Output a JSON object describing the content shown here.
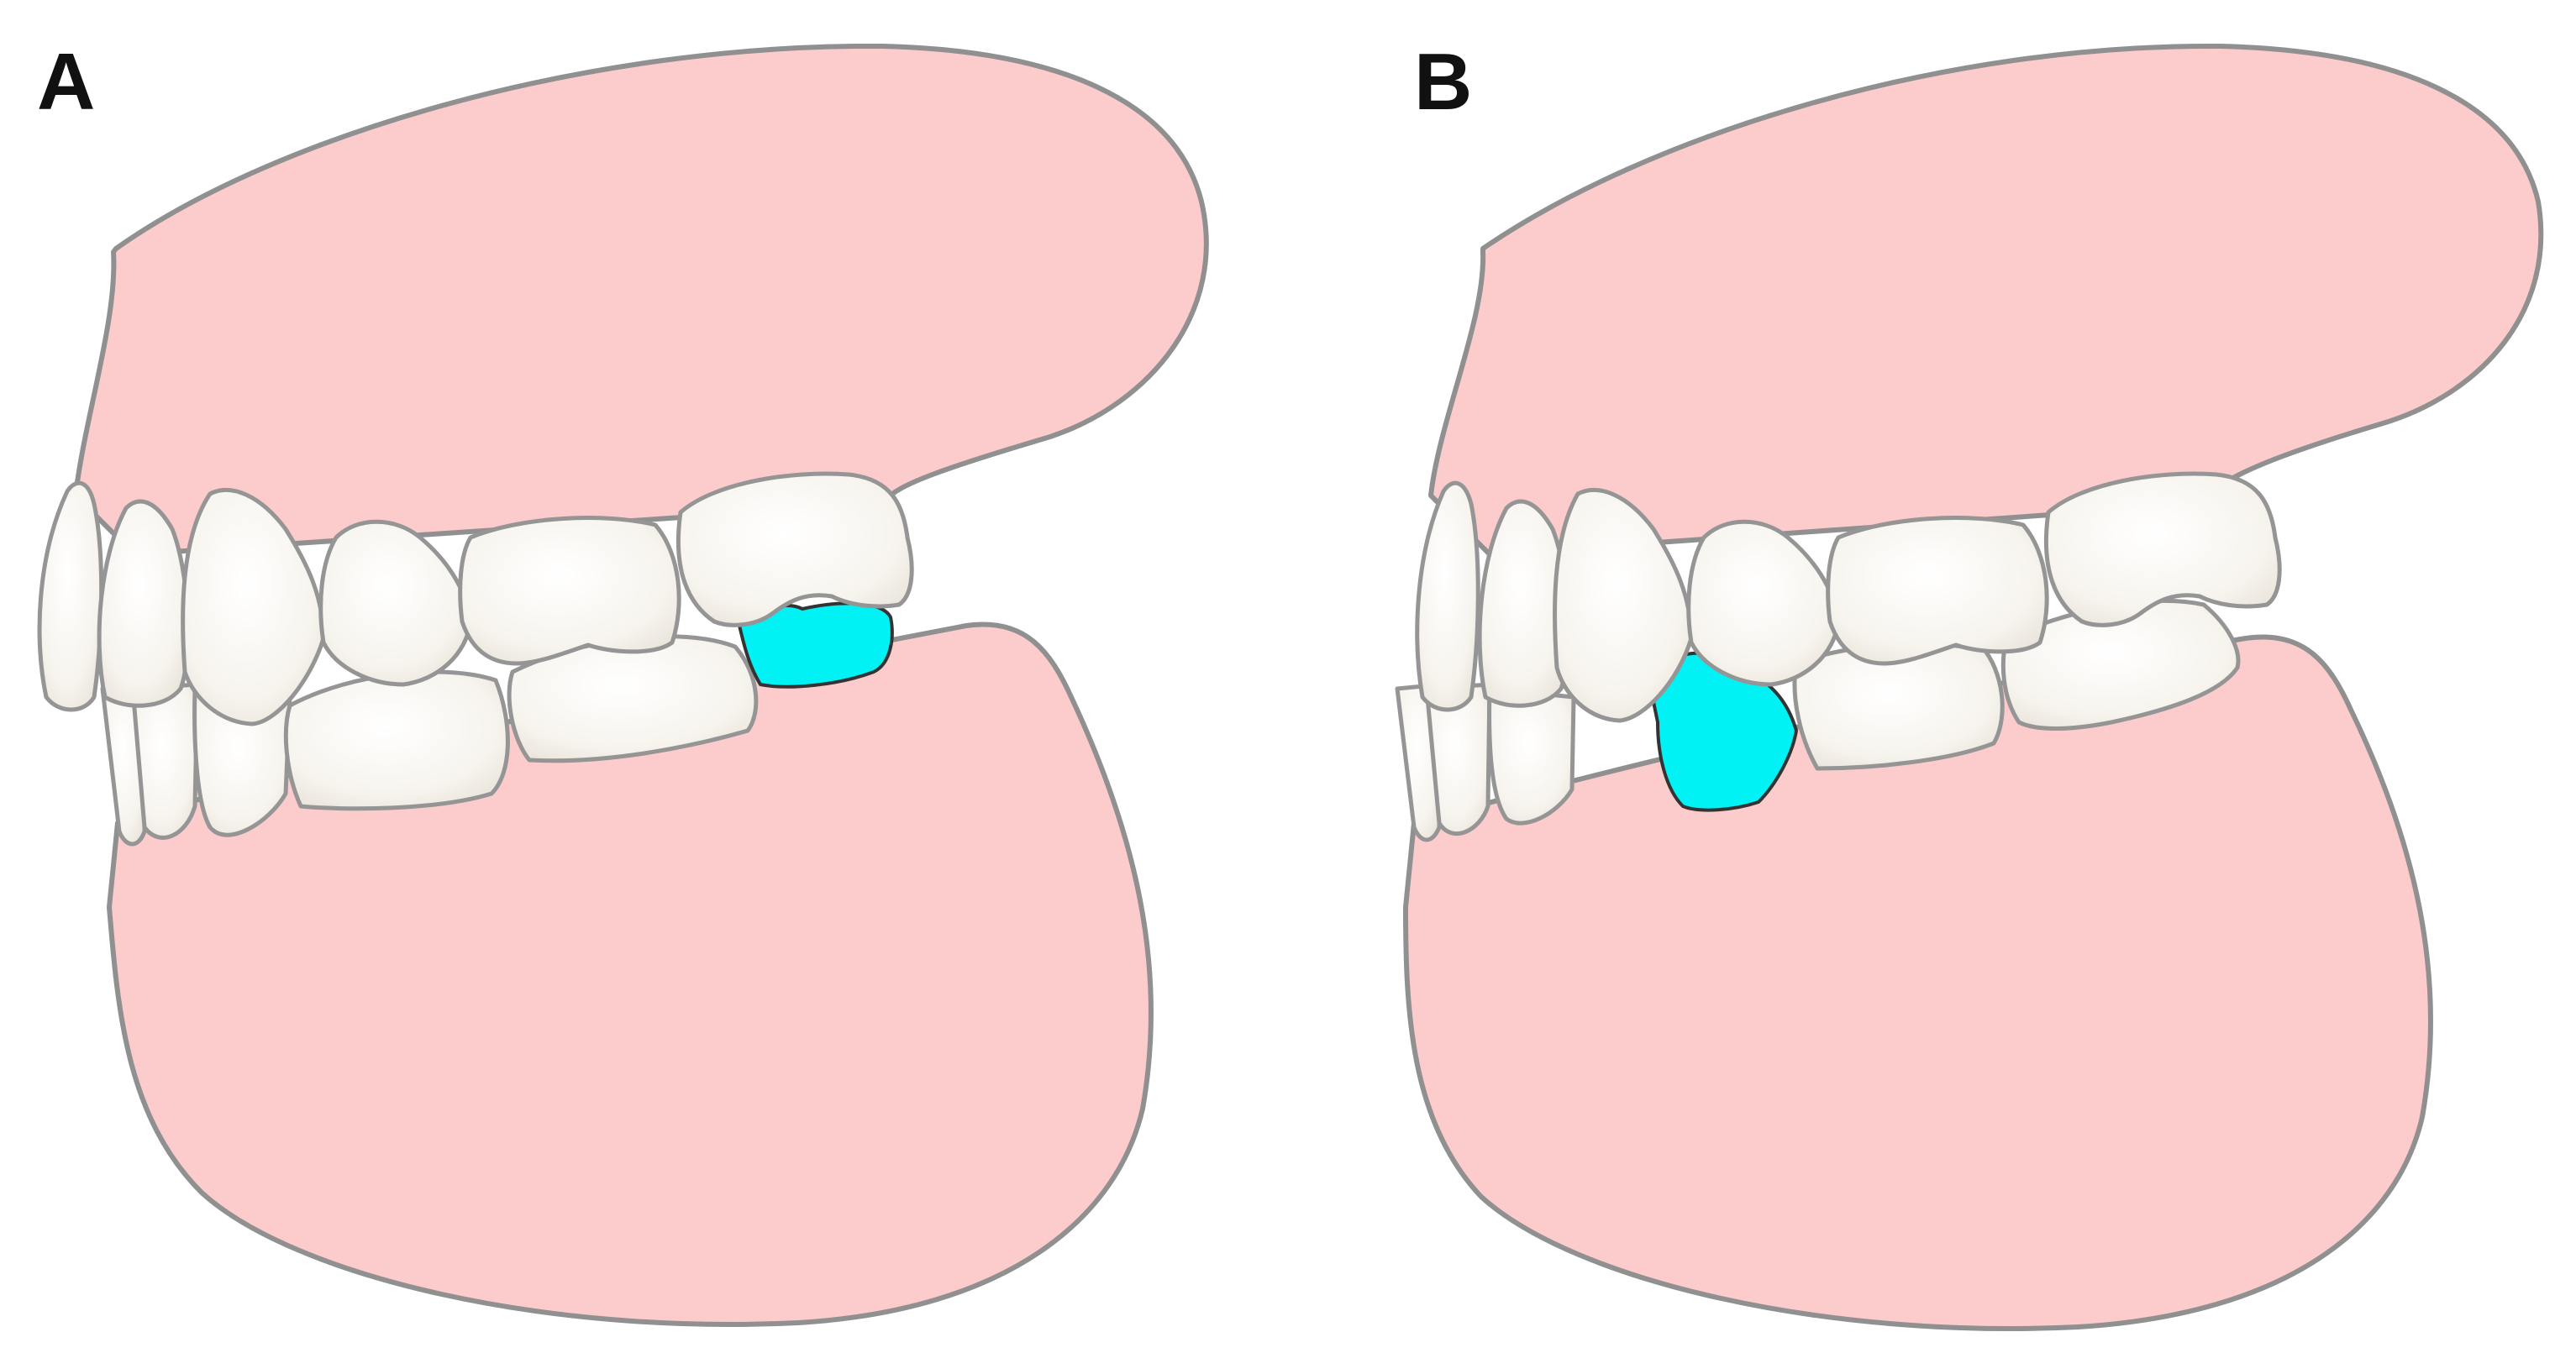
{
  "colors": {
    "gum": "#fccccc",
    "gum_outline": "#909090",
    "tooth": "#fbfaf7",
    "highlighted_tooth": "#00f2f5"
  },
  "panels": [
    {
      "label": "A",
      "highlighted_tooth": "lower-rear-molar"
    },
    {
      "label": "B",
      "highlighted_tooth": "lower-premolar"
    }
  ]
}
